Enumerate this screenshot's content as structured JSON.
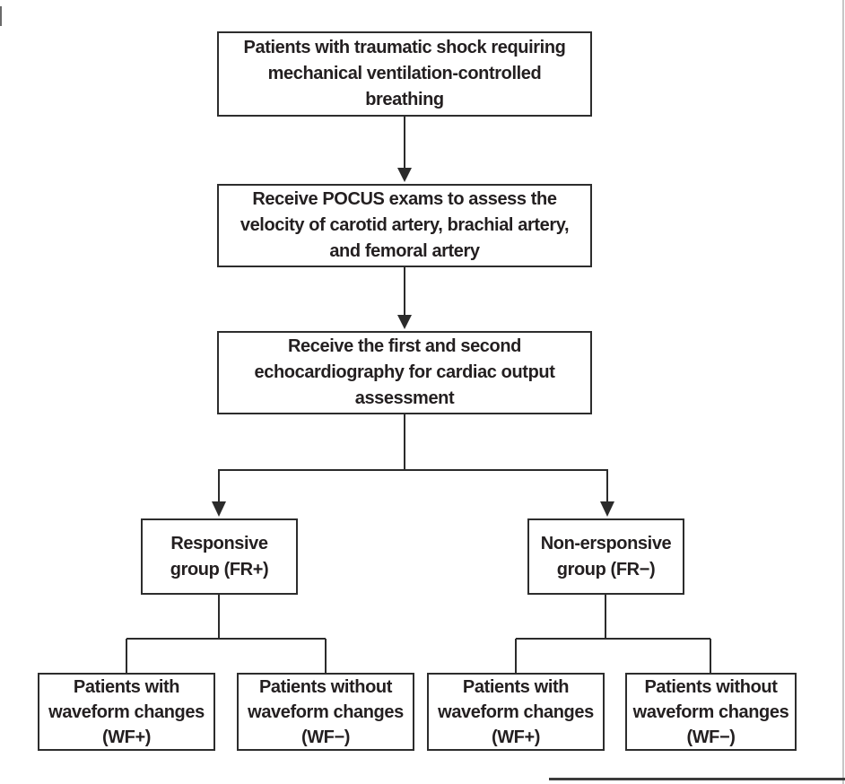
{
  "figure": {
    "background": "#ffffff",
    "box_border_color": "#2d2d2d",
    "line_color": "#2b2b2b",
    "text_color": "#231f20"
  },
  "flowchart": {
    "type": "flowchart",
    "nodes": {
      "step1": {
        "label": "Patients with traumatic shock requiring\nmechanical ventilation-controlled\nbreathing"
      },
      "step2": {
        "label": "Receive POCUS exams to assess the\nvelocity of carotid artery, brachial artery,\nand femoral artery"
      },
      "step3": {
        "label": "Receive the first and second\nechocardiography for cardiac output\nassessment"
      },
      "responsive": {
        "label": "Responsive\ngroup (FR+)"
      },
      "nonresponsive": {
        "label": "Non-ersponsive\ngroup (FR−)"
      },
      "fr_pos_wf_pos": {
        "label": "Patients with\nwaveform changes\n(WF+)"
      },
      "fr_pos_wf_neg": {
        "label": "Patients without\nwaveform changes\n(WF−)"
      },
      "fr_neg_wf_pos": {
        "label": "Patients with\nwaveform changes\n(WF+)"
      },
      "fr_neg_wf_neg": {
        "label": "Patients without\nwaveform changes\n(WF−)"
      }
    },
    "edges": [
      {
        "from": "step1",
        "to": "step2",
        "arrow": true
      },
      {
        "from": "step2",
        "to": "step3",
        "arrow": true
      },
      {
        "from": "step3",
        "to": "responsive",
        "arrow": true
      },
      {
        "from": "step3",
        "to": "nonresponsive",
        "arrow": true
      },
      {
        "from": "responsive",
        "to": "fr_pos_wf_pos",
        "arrow": false
      },
      {
        "from": "responsive",
        "to": "fr_pos_wf_neg",
        "arrow": false
      },
      {
        "from": "nonresponsive",
        "to": "fr_neg_wf_pos",
        "arrow": false
      },
      {
        "from": "nonresponsive",
        "to": "fr_neg_wf_neg",
        "arrow": false
      }
    ]
  }
}
